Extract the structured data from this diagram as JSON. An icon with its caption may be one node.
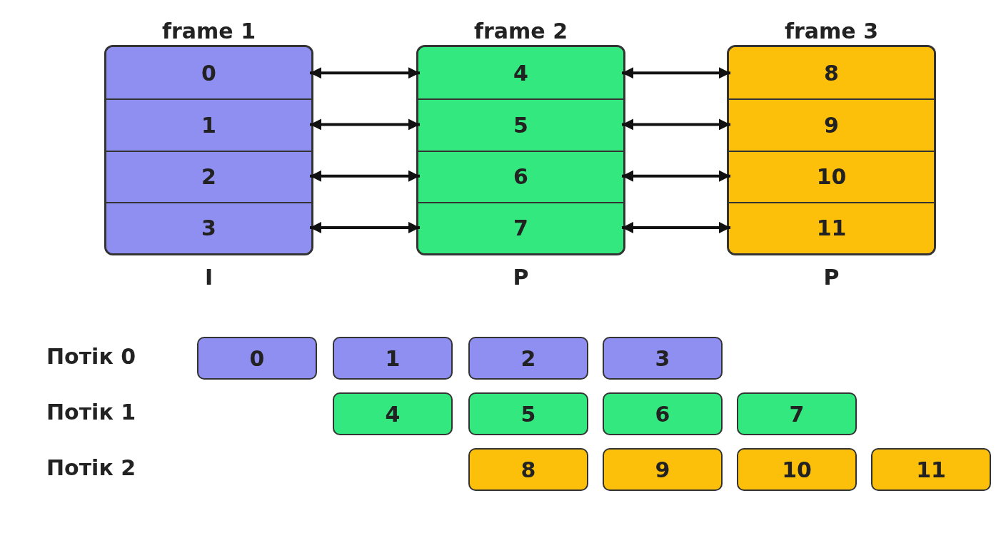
{
  "diagram": {
    "nodes": [
      {
        "text": [
          "frame 1"
        ],
        "beside": [
          "I"
        ]
      },
      {
        "text": [
          "0"
        ],
        "in": 0
      },
      {
        "text": [
          "1"
        ],
        "in": 0
      },
      {
        "text": [
          "2"
        ],
        "in": 0
      },
      {
        "text": [
          "3"
        ],
        "in": 0
      },
      {
        "text": [
          "frame 2"
        ],
        "beside": [
          "P"
        ]
      },
      {
        "text": [
          "4"
        ],
        "in": 5
      },
      {
        "text": [
          "5"
        ],
        "in": 5
      },
      {
        "text": [
          "6"
        ],
        "in": 5
      },
      {
        "text": [
          "7"
        ],
        "in": 5
      },
      {
        "text": [
          "frame 3"
        ],
        "beside": [
          "P"
        ]
      },
      {
        "text": [
          "8"
        ],
        "in": 10
      },
      {
        "text": [
          "9"
        ],
        "in": 10
      },
      {
        "text": [
          "10"
        ],
        "in": 10
      },
      {
        "text": [
          "11"
        ],
        "in": 10
      },
      {
        "text": [
          "0"
        ]
      },
      {
        "text": [
          "1"
        ]
      },
      {
        "text": [
          "2"
        ]
      },
      {
        "text": [
          "3"
        ]
      },
      {
        "text": [
          "4"
        ]
      },
      {
        "text": [
          "5"
        ]
      },
      {
        "text": [
          "6"
        ]
      },
      {
        "text": [
          "7"
        ]
      },
      {
        "text": [
          "8"
        ]
      },
      {
        "text": [
          "9"
        ]
      },
      {
        "text": [
          "10"
        ]
      },
      {
        "text": [
          "11"
        ]
      }
    ],
    "edges": [
      {
        "from": 1,
        "to": 6,
        "arrow": "both"
      },
      {
        "from": 6,
        "to": 11,
        "arrow": "both"
      },
      {
        "from": 2,
        "to": 7,
        "arrow": "both"
      },
      {
        "from": 7,
        "to": 12,
        "arrow": "both"
      },
      {
        "from": 3,
        "to": 8,
        "arrow": "both"
      },
      {
        "from": 8,
        "to": 13,
        "arrow": "both"
      },
      {
        "from": 4,
        "to": 9,
        "arrow": "both"
      },
      {
        "from": 9,
        "to": 14,
        "arrow": "both"
      }
    ],
    "labels": [
      "Потік 0",
      "Потік 1",
      "Потік 2"
    ]
  }
}
